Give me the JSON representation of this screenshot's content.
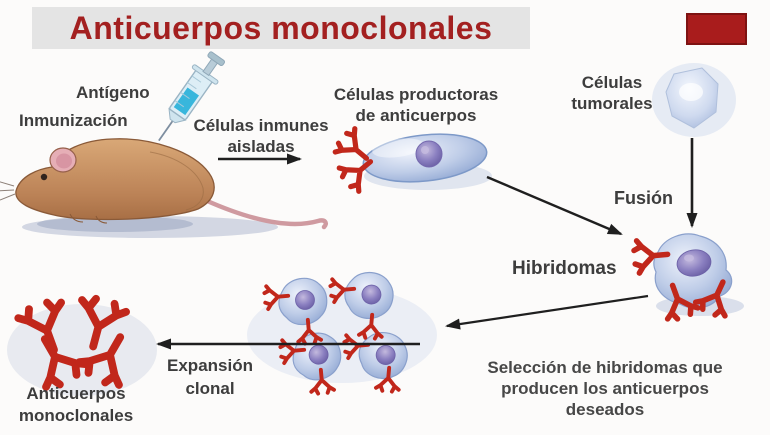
{
  "title": "Anticuerpos monoclonales",
  "colors": {
    "title_text": "#a32020",
    "title_background": "#e4e4e4",
    "corner_rect": "#a91c1c",
    "label_text": "#3d3d3d",
    "antibody_red": "#c1271b",
    "cell_blue": "#b9c9e6",
    "nucleus_purple": "#8a7fc0",
    "mouse_brown": "#c08a5f",
    "syringe_liquid_blue": "#38b6dc",
    "arrow_black": "#1f1f1f"
  },
  "labels": {
    "antigeno": "Antígeno",
    "inmunizacion": "Inmunización",
    "celulas_inmunes": [
      "Células inmunes",
      "aisladas"
    ],
    "celulas_productoras": [
      "Células productoras",
      "de anticuerpos"
    ],
    "celulas_tumorales": [
      "Células",
      "tumorales"
    ],
    "fusion": "Fusión",
    "hibridomas": "Hibridomas",
    "seleccion": [
      "Selección de hibridomas que",
      "producen los anticuerpos",
      "deseados"
    ],
    "expansion": [
      "Expansión",
      "clonal"
    ],
    "anticuerpos_monoclonales": [
      "Anticuerpos",
      "monoclonales"
    ]
  }
}
